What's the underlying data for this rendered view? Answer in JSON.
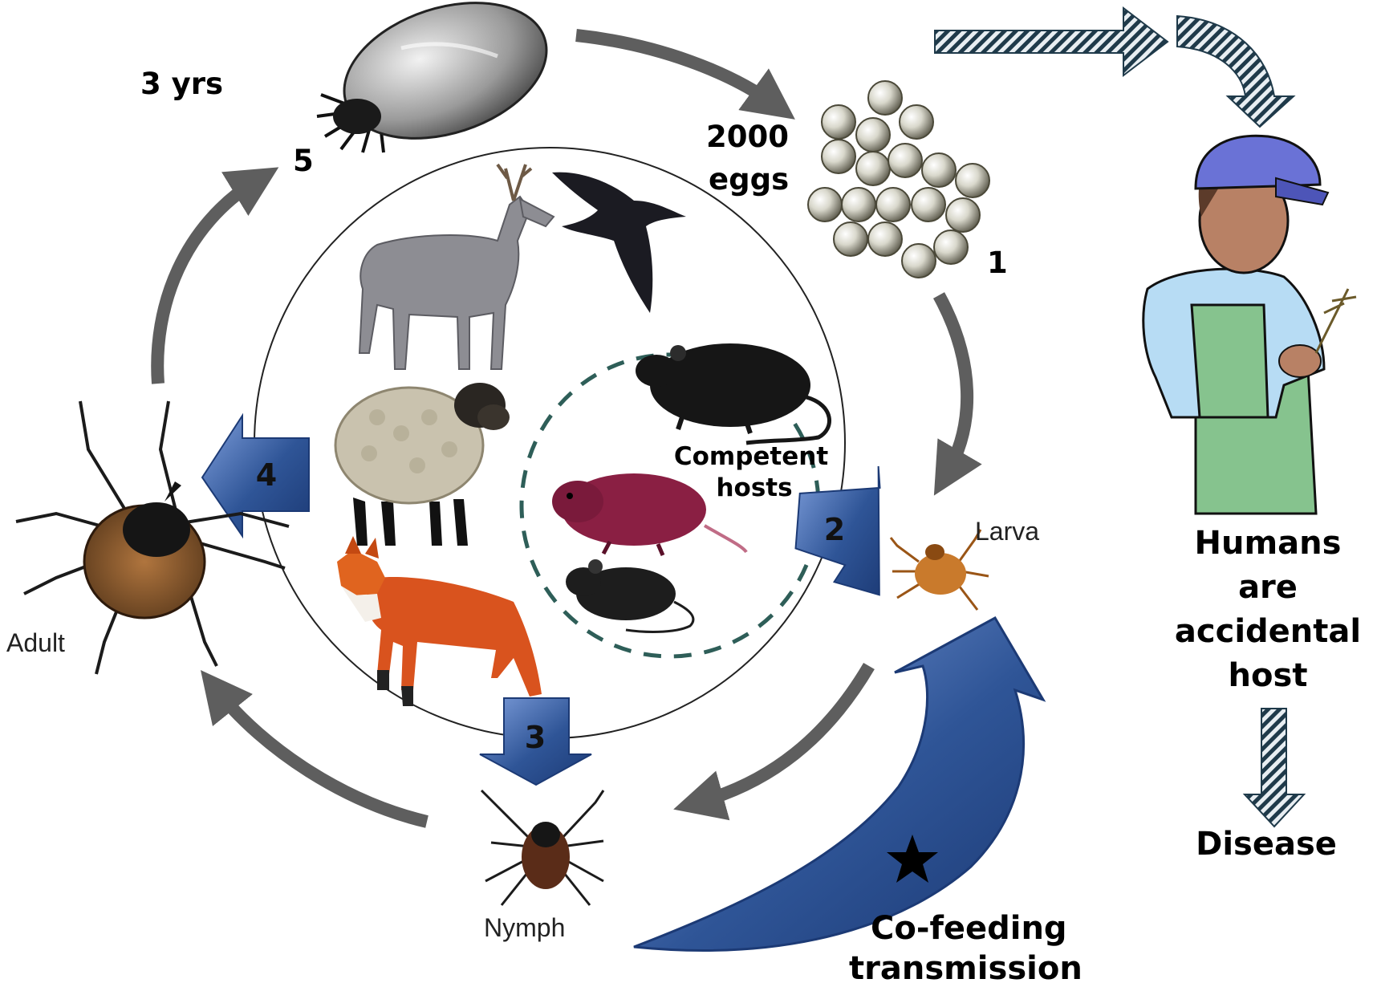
{
  "labels": {
    "duration": "3 yrs",
    "eggs_count": "2000",
    "eggs_word": "eggs",
    "stage_1": "1",
    "stage_2": "2",
    "stage_3": "3",
    "stage_4": "4",
    "stage_5": "5",
    "larva": "Larva",
    "nymph": "Nymph",
    "adult": "Adult",
    "competent_hosts_line1": "Competent",
    "competent_hosts_line2": "hosts",
    "cofeeding_line1": "Co-feeding",
    "cofeeding_line2": "transmission",
    "humans_line1": "Humans",
    "humans_line2": "are",
    "humans_line3": "accidental",
    "humans_line4": "host",
    "disease": "Disease"
  },
  "icons": {
    "engorged_tick": "engorged-female-tick-icon",
    "eggs": "egg-cluster-icon",
    "larva": "larva-tick-icon",
    "nymph": "nymph-tick-icon",
    "adult": "adult-tick-icon",
    "deer": "deer-icon",
    "bird": "bird-icon",
    "sheep": "sheep-icon",
    "fox": "fox-icon",
    "rodents": [
      "rat-icon",
      "vole-icon",
      "mouse-icon"
    ],
    "human": "farmer-icon",
    "star": "star-icon"
  },
  "colors": {
    "cycle_arrow": "#5e5e5e",
    "stage_arrow": "#2f5597",
    "stage_arrow_light": "#6f8fd0",
    "dashed_circle": "#2e5e58",
    "hatched_arrow": "#1f3a4a"
  }
}
